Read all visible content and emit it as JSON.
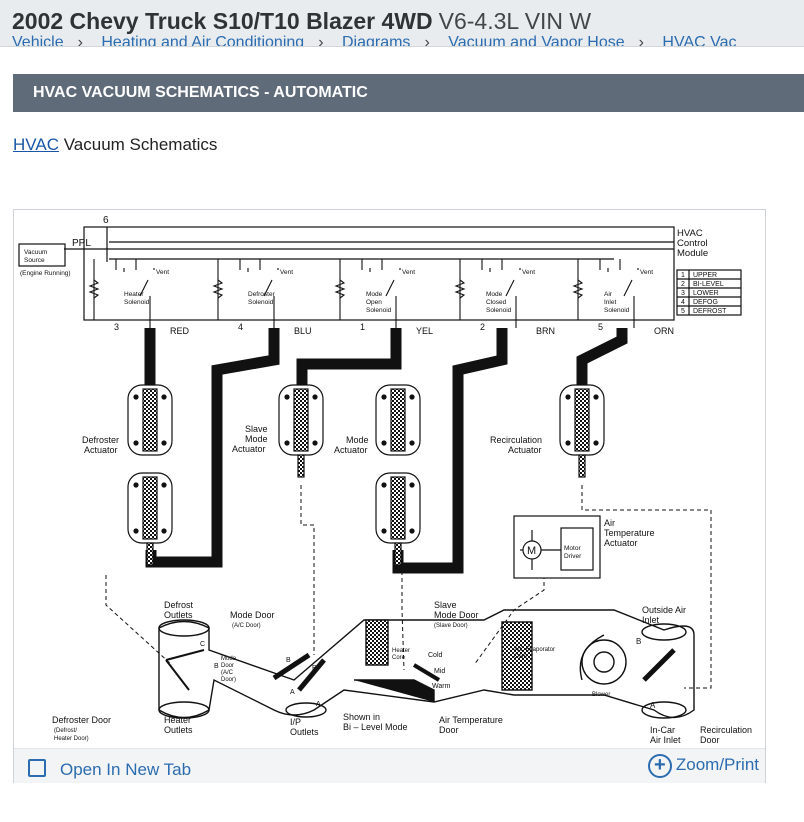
{
  "header": {
    "vehicle": "2002 Chevy Truck S10/T10 Blazer 4WD",
    "engine": "V6-4.3L VIN W"
  },
  "breadcrumbs": [
    "Vehicle",
    "Heating and Air Conditioning",
    "Diagrams",
    "Vacuum and Vapor Hose",
    "HVAC Vac"
  ],
  "section_title": "HVAC VACUUM SCHEMATICS - AUTOMATIC",
  "heading": {
    "link": "HVAC",
    "text": "Vacuum Schematics"
  },
  "diagram": {
    "ppl": "PPL",
    "six": "6",
    "vacuum_source": [
      "Vacuum",
      "Source"
    ],
    "engine_running": "(Engine Running)",
    "control_module": [
      "HVAC",
      "Control",
      "Module"
    ],
    "legend": [
      {
        "n": "1",
        "label": "UPPER"
      },
      {
        "n": "2",
        "label": "BI-LEVEL"
      },
      {
        "n": "3",
        "label": "LOWER"
      },
      {
        "n": "4",
        "label": "DEFOG"
      },
      {
        "n": "5",
        "label": "DEFROST"
      }
    ],
    "vent": "Vent",
    "solenoids": [
      {
        "lines": [
          "Heater",
          "Solenoid"
        ],
        "num": "3",
        "wire": "RED"
      },
      {
        "lines": [
          "Defroster",
          "Solenoid"
        ],
        "num": "4",
        "wire": "BLU"
      },
      {
        "lines": [
          "Mode",
          "Open",
          "Solenoid"
        ],
        "num": "1",
        "wire": "YEL"
      },
      {
        "lines": [
          "Mode",
          "Closed",
          "Solenoid"
        ],
        "num": "2",
        "wire": "BRN"
      },
      {
        "lines": [
          "Air",
          "Inlet",
          "Solenoid"
        ],
        "num": "5",
        "wire": "ORN"
      }
    ],
    "defroster_actuator": [
      "Defroster",
      "Actuator"
    ],
    "slave_actuator": [
      "Slave",
      "Mode",
      "Actuator"
    ],
    "mode_actuator": [
      "Mode",
      "Actuator"
    ],
    "recirc_actuator": [
      "Recirculation",
      "Actuator"
    ],
    "air_temp_actuator": [
      "Air",
      "Temperature",
      "Actuator"
    ],
    "motor_m": "M",
    "motor_driver": [
      "Motor",
      "Driver"
    ],
    "defrost_outlets": [
      "Defrost",
      "Outlets"
    ],
    "heater_outlets": [
      "Heater",
      "Outlets"
    ],
    "mode_door_ac": "(A/C Door)",
    "mode_door": "Mode Door",
    "mode_door_inner": [
      "Mode",
      "Door",
      "(A/C",
      "Door)"
    ],
    "defroster_door": "Defroster Door",
    "defroster_door_sub": [
      "(Defrost/",
      "Heater Door)"
    ],
    "ip_outlets": [
      "I/P",
      "Outlets"
    ],
    "shown_in": [
      "Shown in",
      "Bi – Level Mode"
    ],
    "slave_mode_door": [
      "Slave",
      "Mode Door"
    ],
    "slave_door_sub": "(Slave Door)",
    "heater_core": [
      "Heater",
      "Core"
    ],
    "cold": "Cold",
    "mid": "Mid",
    "warm": "Warm",
    "air_temp_door": [
      "Air Temperature",
      "Door"
    ],
    "evap_core": [
      "A/C Evaporator",
      "Core"
    ],
    "blower": "Blower",
    "outside_air": [
      "Outside Air",
      "Inlet"
    ],
    "in_car": [
      "In-Car",
      "Air Inlet"
    ],
    "recirc_door": [
      "Recirculation",
      "Door"
    ],
    "letter_a": "A",
    "letter_b": "B",
    "letter_c": "C"
  },
  "footer": {
    "open_tab": "Open In New Tab",
    "zoom": "Zoom/Print"
  }
}
